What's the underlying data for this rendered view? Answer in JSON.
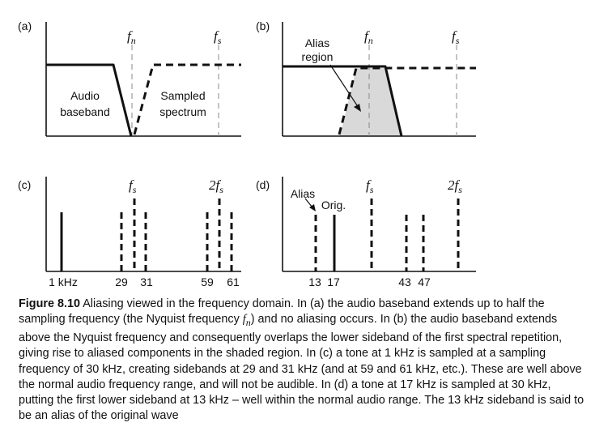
{
  "panels": {
    "a": {
      "label": "(a)",
      "fn": "f",
      "fn_sub": "n",
      "fs": "f",
      "fs_sub": "s",
      "audio_line1": "Audio",
      "audio_line2": "baseband",
      "sampled_line1": "Sampled",
      "sampled_line2": "spectrum"
    },
    "b": {
      "label": "(b)",
      "fn": "f",
      "fn_sub": "n",
      "fs": "f",
      "fs_sub": "s",
      "alias_line1": "Alias",
      "alias_line2": "region"
    },
    "c": {
      "label": "(c)",
      "fs": "f",
      "fs_sub": "s",
      "fs2_prefix": "2",
      "fs2": "f",
      "fs2_sub": "s",
      "ticks": [
        "1 kHz",
        "29",
        "31",
        "59",
        "61"
      ]
    },
    "d": {
      "label": "(d)",
      "alias": "Alias",
      "orig": "Orig.",
      "fs": "f",
      "fs_sub": "s",
      "fs2_prefix": "2",
      "fs2": "f",
      "fs2_sub": "s",
      "ticks": [
        "13",
        "17",
        "43",
        "47"
      ]
    }
  },
  "colors": {
    "line": "#111111",
    "guide": "#888888",
    "shade": "#d9d9d9"
  },
  "caption": {
    "label": "Figure 8.10",
    "text_1": "Aliasing viewed in the frequency domain. In (a) the audio baseband extends up to half the sampling frequency (the Nyquist frequency ",
    "fn_f": "f",
    "fn_sub": "n",
    "text_2": ") and no aliasing occurs. In (b) the audio baseband extends above the Nyquist frequency and consequently overlaps the lower sideband of the first spectral repetition, giving rise to aliased components in the shaded region. In (c) a tone at 1 kHz is sampled at a sampling frequency of 30 kHz, creating sidebands at 29 and 31 kHz (and at 59 and 61 kHz, etc.). These are well above the normal audio frequency range, and will not be audible. In (d) a tone at 17 kHz is sampled at 30 kHz, putting the first lower sideband at 13 kHz – well within the normal audio range. The 13 kHz sideband is said to be an alias of the original wave"
  }
}
